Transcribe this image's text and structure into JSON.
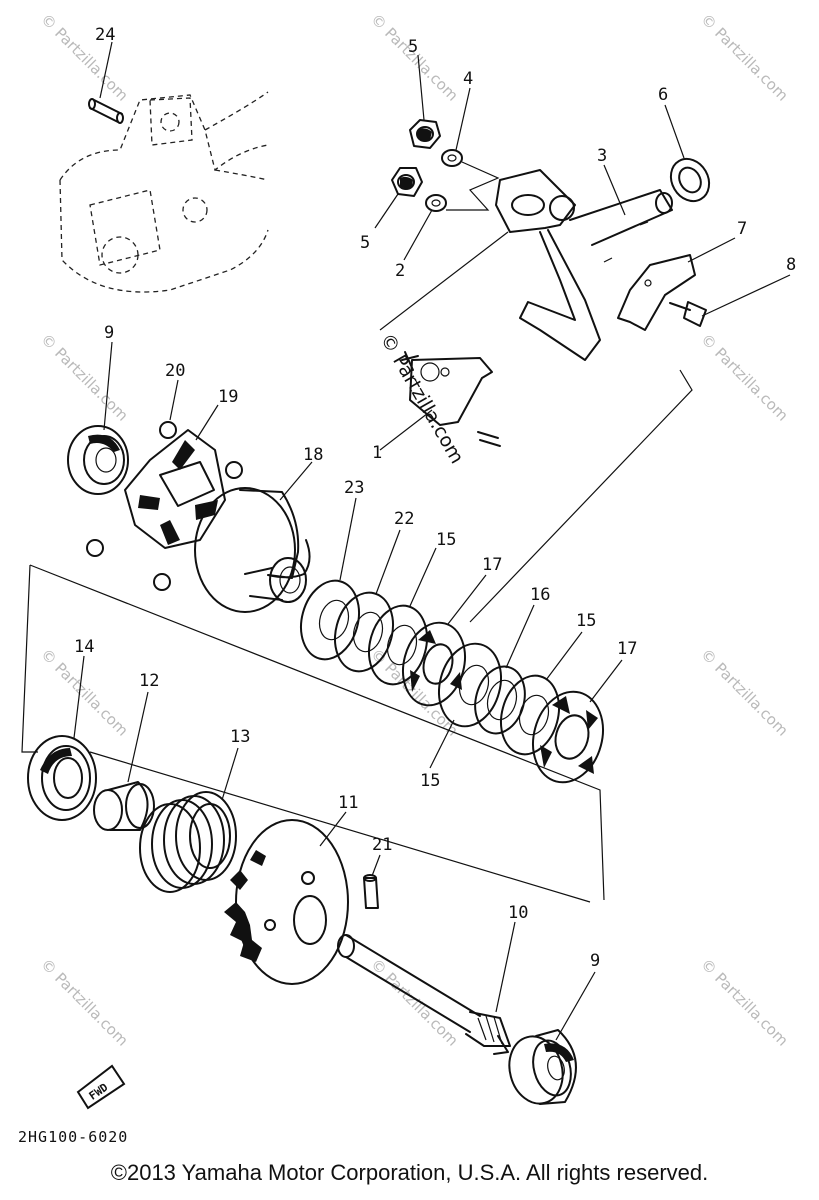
{
  "diagram": {
    "code": "2HG100-6020",
    "copyright": "©2013 Yamaha Motor Corporation, U.S.A. All rights reserved.",
    "fwd_label": "FWD",
    "watermark": "© Partzilla.com",
    "callouts": {
      "c24": "24",
      "c5a": "5",
      "c4": "4",
      "c6": "6",
      "c3": "3",
      "c5b": "5",
      "c2": "2",
      "c7": "7",
      "c8": "8",
      "c9a": "9",
      "c20": "20",
      "c19": "19",
      "c1": "1",
      "c18": "18",
      "c23": "23",
      "c22": "22",
      "c15a": "15",
      "c17a": "17",
      "c16": "16",
      "c15b": "15",
      "c17b": "17",
      "c15c": "15",
      "c14": "14",
      "c12": "12",
      "c13": "13",
      "c11": "11",
      "c21": "21",
      "c10": "10",
      "c9b": "9"
    }
  }
}
